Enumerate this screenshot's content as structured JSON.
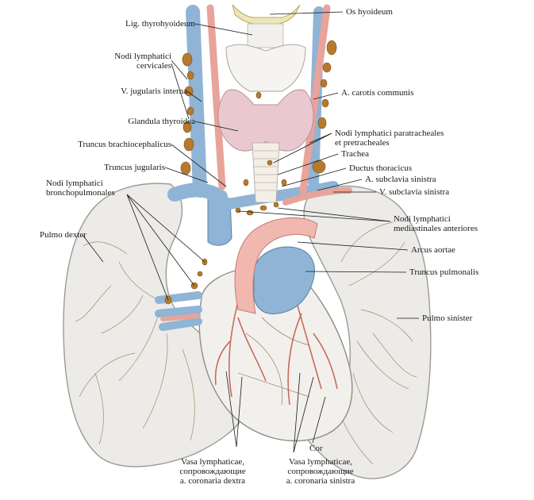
{
  "figure": {
    "labels": {
      "os_hyoideum": "Os hyoideum",
      "lig_thyrohyoideum": "Lig. thyrohyoideum",
      "nodi_cervicales_1": "Nodi lymphatici",
      "nodi_cervicales_2": "cervicales",
      "v_jugularis_interna": "V. jugularis interna",
      "a_carotis_communis": "A. carotis communis",
      "glandula_thyroidea": "Glandula thyroidea",
      "nodi_paratracheales_1": "Nodi lymphatici paratracheales",
      "nodi_paratracheales_2": "et pretracheales",
      "truncus_brachiocephalicus": "Truncus brachiocephalicus",
      "trachea": "Trachea",
      "ductus_thoracicus": "Ductus thoracicus",
      "truncus_jugularis": "Truncus jugularis",
      "a_subclavia_sinistra": "A. subclavia sinistra",
      "nodi_bronchopulmonales_1": "Nodi lymphatici",
      "nodi_bronchopulmonales_2": "bronchopulmonales",
      "v_subclavia_sinistra": "V. subclavia sinistra",
      "nodi_mediastinales_1": "Nodi lymphatici",
      "nodi_mediastinales_2": "mediastinales anteriores",
      "pulmo_dexter": "Pulmo dexter",
      "arcus_aortae": "Arcus aortae",
      "truncus_pulmonalis": "Truncus pulmonalis",
      "pulmo_sinister": "Pulmo sinister",
      "cor": "Cor",
      "vasa_dextra_1": "Vasa lymphaticae,",
      "vasa_dextra_2": "сопровождающие",
      "vasa_dextra_3": "a. coronaria dextra",
      "vasa_sinistra_1": "Vasa lymphaticae,",
      "vasa_sinistra_2": "сопровождающие",
      "vasa_sinistra_3": "a. coronaria sinistra"
    },
    "colors": {
      "lung": "#ecebe8",
      "lung_edge": "#9c9a96",
      "lung_vessels": "#8a6a3a",
      "vein": "#8fb4d6",
      "artery": "#e8a39a",
      "aorta": "#f0b8ae",
      "heart": "#f2f0ec",
      "thyroid": "#e9c9cf",
      "lymph_node": "#b67a2e",
      "bone": "#efe6b8"
    }
  }
}
